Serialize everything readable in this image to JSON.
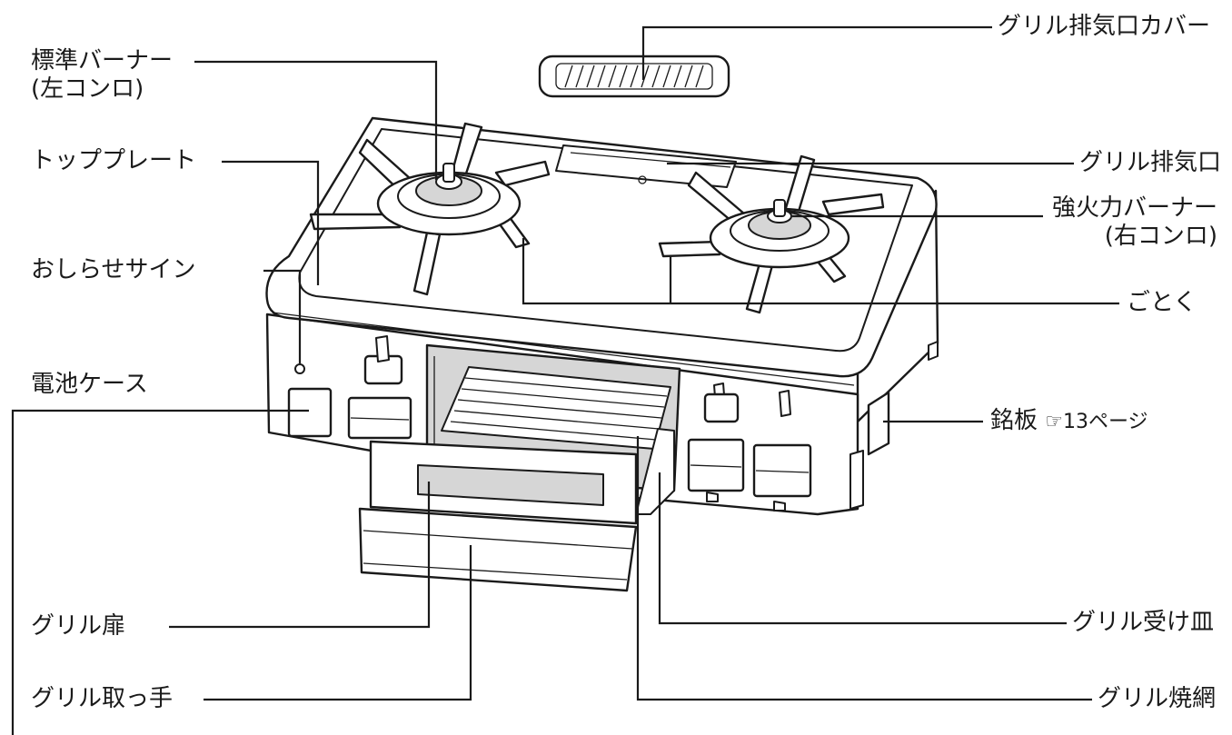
{
  "labels": {
    "standard_burner_line1": "標準バーナー",
    "standard_burner_line2": "(左コンロ)",
    "top_plate": "トッププレート",
    "notice_sign": "おしらせサイン",
    "battery_case": "電池ケース",
    "grill_door": "グリル扉",
    "grill_handle": "グリル取っ手",
    "grill_exhaust_cover": "グリル排気口カバー",
    "grill_exhaust": "グリル排気口",
    "strong_burner_line1": "強火力バーナー",
    "strong_burner_line2": "(右コンロ)",
    "trivet": "ごとく",
    "nameplate": "銘板",
    "nameplate_ref": "☞13ページ",
    "grill_pan": "グリル受け皿",
    "grill_net": "グリル焼網"
  }
}
